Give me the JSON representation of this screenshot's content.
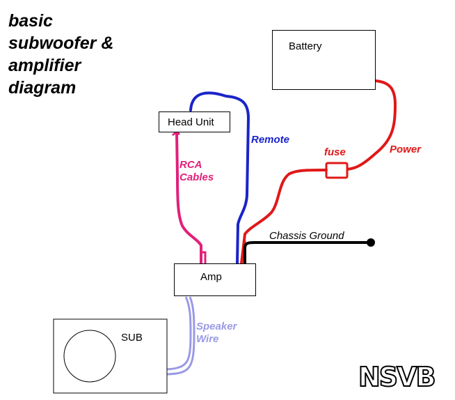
{
  "title_lines": [
    "basic",
    "subwoofer &",
    "amplifier",
    "diagram"
  ],
  "components": {
    "battery": "Battery",
    "head_unit": "Head Unit",
    "amp": "Amp",
    "sub": "SUB"
  },
  "wires": {
    "remote": "Remote",
    "power": "Power",
    "fuse": "fuse",
    "rca_lines": [
      "RCA",
      "Cables"
    ],
    "chassis_ground": "Chassis Ground",
    "speaker_lines": [
      "Speaker",
      "Wire"
    ]
  },
  "colors": {
    "remote": "#1a24c8",
    "power": "#e01818",
    "rca": "#e0207a",
    "ground": "#000000",
    "speaker": "#9a9ae6"
  },
  "watermark": "NSVB"
}
